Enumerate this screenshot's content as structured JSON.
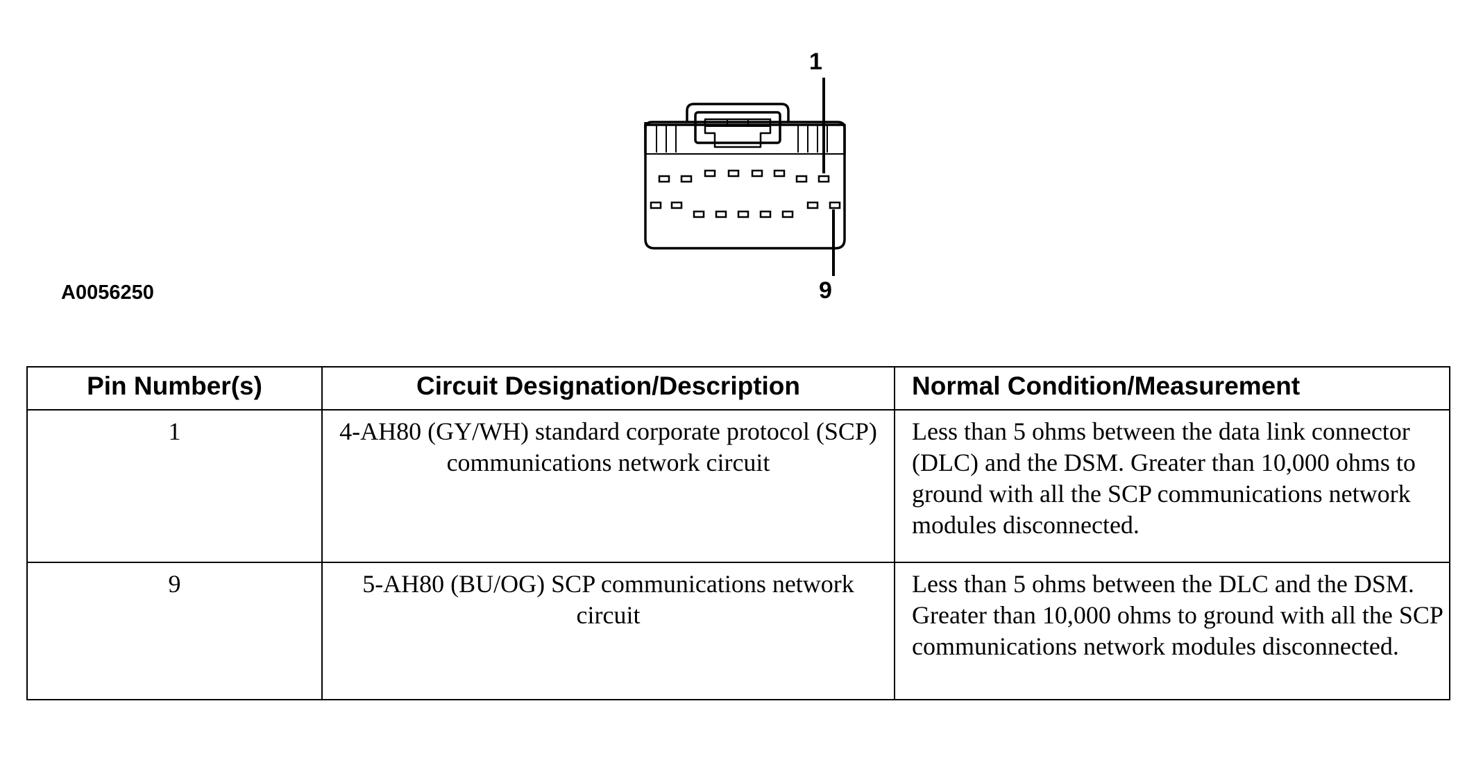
{
  "figure": {
    "id": "A0056250",
    "callout_top": "1",
    "callout_bottom": "9"
  },
  "table": {
    "headers": {
      "pin": "Pin Number(s)",
      "circuit": "Circuit Designation/Description",
      "condition": "Normal Condition/Measurement"
    },
    "rows": [
      {
        "pin": "1",
        "circuit": "4-AH80 (GY/WH) standard corporate protocol (SCP) communications network circuit",
        "condition": "Less than 5 ohms between the data link connector (DLC) and the DSM. Greater than 10,000 ohms to ground with all the SCP communications network modules disconnected."
      },
      {
        "pin": "9",
        "circuit": "5-AH80 (BU/OG) SCP communications network circuit",
        "condition": "Less than 5 ohms between the DLC and the DSM. Greater than 10,000 ohms to ground with all the SCP communications network modules disconnected."
      }
    ]
  }
}
